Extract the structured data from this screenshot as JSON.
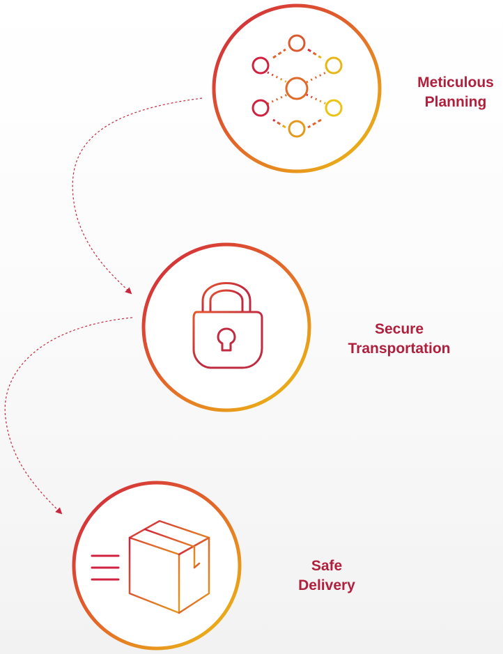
{
  "steps": [
    {
      "line1": "Meticulous",
      "line2": "Planning",
      "icon": "network-hexagon-icon"
    },
    {
      "line1": "Secure",
      "line2": "Transportation",
      "icon": "padlock-icon"
    },
    {
      "line1": "Safe",
      "line2": "Delivery",
      "icon": "package-box-icon"
    }
  ],
  "colors": {
    "label": "#b01f3c",
    "gradient_start": "#d0213f",
    "gradient_mid": "#e46a28",
    "gradient_end": "#ecc313",
    "connector": "#c8283f"
  }
}
